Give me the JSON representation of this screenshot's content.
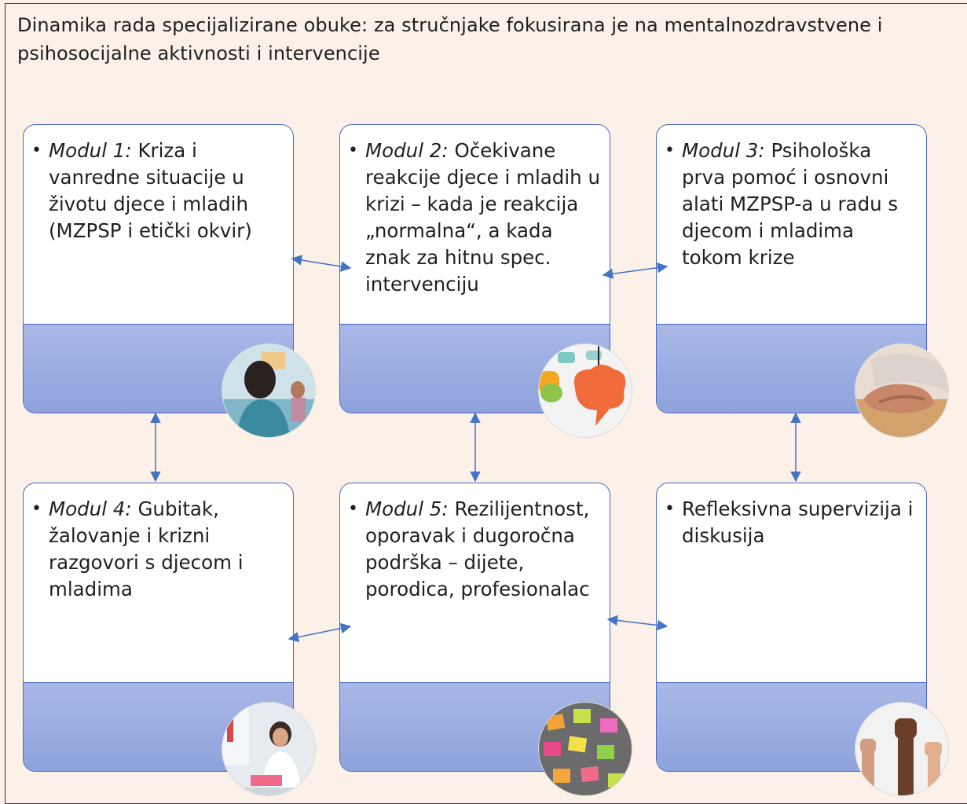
{
  "title": "Dinamika rada specijalizirane obuke:  za stručnjake fokusirana je na mentalnozdravstvene i psihosocijalne aktivnosti i intervencije",
  "modules": [
    {
      "prefix": "Modul 1:",
      "text": " Kriza i vanredne situacije u životu djece i mladih (MZPSP i etički okvir)",
      "photo": "girl-classroom-photo"
    },
    {
      "prefix": "Modul 2:",
      "text": " Očekivane reakcije djece i mladih u krizi – kada je reakcija „normalna“, a kada znak za hitnu spec. intervenciju",
      "photo": "speech-bubbles-photo"
    },
    {
      "prefix": "Modul 3:",
      "text": " Psihološka prva pomoć i osnovni alati MZPSP-a u radu s djecom i mladima tokom krize",
      "photo": "holding-hands-photo"
    },
    {
      "prefix": "Modul 4:",
      "text": " Gubitak, žalovanje i krizni razgovori s djecom i mladima",
      "photo": "scientist-lab-photo"
    },
    {
      "prefix": "Modul 5:",
      "text": " Rezilijentnost, oporavak i dugoročna podrška – dijete, porodica, profesionalac",
      "photo": "sticky-notes-photo"
    },
    {
      "prefix": "",
      "text": "Refleksivna supervizija i diskusija",
      "photo": "raised-fists-photo"
    }
  ]
}
